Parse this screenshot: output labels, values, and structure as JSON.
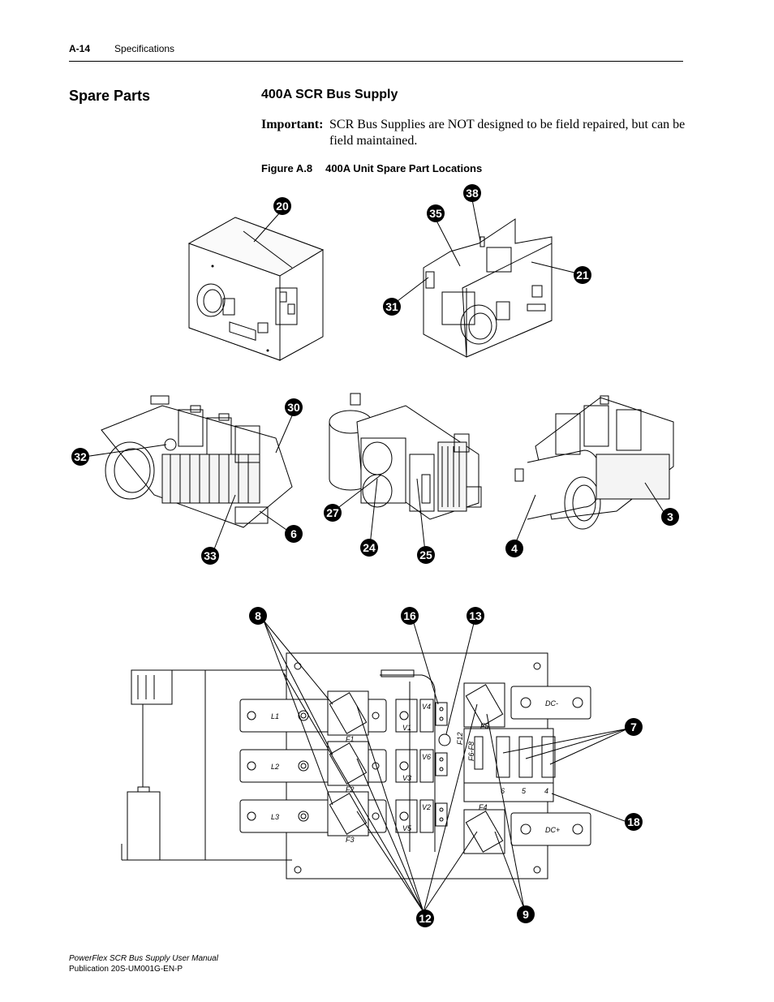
{
  "header": {
    "page_number": "A-14",
    "chapter": "Specifications"
  },
  "section_title": "Spare Parts",
  "subsection_title": "400A SCR Bus Supply",
  "important": {
    "label": "Important:",
    "text": "SCR Bus Supplies are NOT designed to be field repaired, but can be field maintained."
  },
  "figure": {
    "number": "Figure A.8",
    "title": "400A Unit Spare Part Locations"
  },
  "callouts": [
    "20",
    "38",
    "35",
    "21",
    "31",
    "30",
    "32",
    "6",
    "33",
    "27",
    "24",
    "25",
    "3",
    "4",
    "8",
    "16",
    "13",
    "7",
    "18",
    "12",
    "9"
  ],
  "diagram_labels": {
    "l1": "L1",
    "l2": "L2",
    "l3": "L3",
    "f1": "F1",
    "f2": "F2",
    "f3": "F3",
    "f4": "F4",
    "f5": "F5",
    "f12": "F12",
    "f6f8": "F6-F8",
    "v1": "V1",
    "v2": "V2",
    "v3": "V3",
    "v4": "V4",
    "v5": "V5",
    "v6": "V6",
    "dcminus": "DC-",
    "dcplus": "DC+",
    "t6": "6",
    "t5": "5",
    "t4": "4"
  },
  "footer": {
    "manual": "PowerFlex SCR Bus Supply User Manual",
    "publication": "Publication 20S-UM001G-EN-P"
  }
}
